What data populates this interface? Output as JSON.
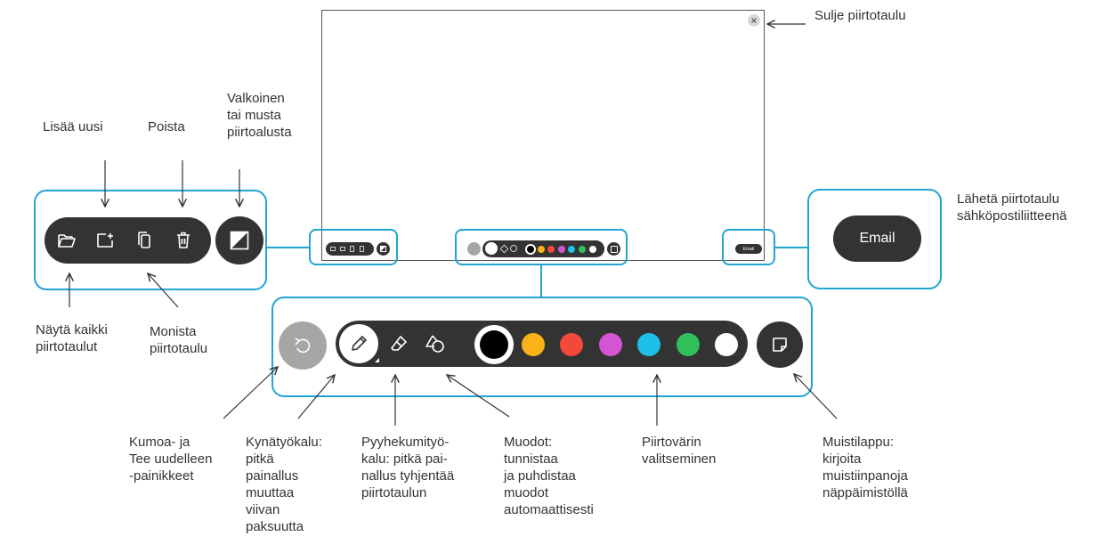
{
  "labels": {
    "close": "Sulje piirtotaulu",
    "add_new": "Lisää uusi",
    "delete": "Poista",
    "bg_toggle": "Valkoinen\ntai musta\npiirtoalusta",
    "send": "Lähetä piirtotaulu\nsähköpostiliitteenä",
    "show_all": "Näytä kaikki\npiirtotaulut",
    "duplicate": "Monista\npiirtotaulu",
    "undo_redo": "Kumoa- ja\nTee uudelleen\n-painikkeet",
    "pen": "Kynätyökalu:\npitkä\npainallus\nmuuttaa\nviivan\npaksuutta",
    "eraser": "Pyyhekumityö-\nkalu: pitkä pai-\nnallus tyhjentää\npiirtotaulun",
    "shapes": "Muodot:\ntunnistaa\nja puhdistaa\nmuodot\nautomaattisesti",
    "colors": "Piirtovärin\nvalitseminen",
    "sticky": "Muistilappu:\nkirjoita\nmuistiinpanoja\nnäppäimistöllä"
  },
  "email_button": "Email",
  "email_button_small": "Email",
  "palette": {
    "accent": "#22a5d3",
    "bar": "#333333",
    "undo_disabled": "#a6a6a6",
    "colors": [
      {
        "name": "black",
        "hex": "#000000",
        "selected": true
      },
      {
        "name": "yellow",
        "hex": "#fbb118"
      },
      {
        "name": "red",
        "hex": "#f2493a"
      },
      {
        "name": "magenta",
        "hex": "#d355d3"
      },
      {
        "name": "cyan",
        "hex": "#1dc0e8"
      },
      {
        "name": "green",
        "hex": "#2fc05a"
      },
      {
        "name": "white",
        "hex": "#ffffff"
      }
    ]
  },
  "icons": [
    "folder-icon",
    "add-board-icon",
    "copy-icon",
    "trash-icon",
    "contrast-icon",
    "close-icon",
    "undo-icon",
    "pen-icon",
    "eraser-icon",
    "shapes-icon",
    "sticky-note-icon"
  ]
}
